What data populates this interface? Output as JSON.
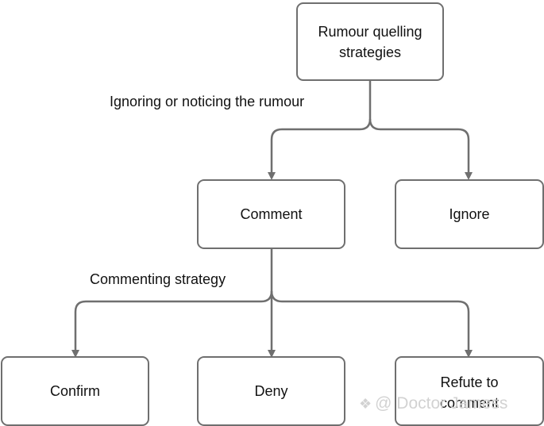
{
  "nodes": {
    "root": "Rumour quelling strategies",
    "comment": "Comment",
    "ignore": "Ignore",
    "confirm": "Confirm",
    "deny": "Deny",
    "refute": "Refute to comment"
  },
  "edge_labels": {
    "level1": "Ignoring or noticing the rumour",
    "level2": "Commenting strategy"
  },
  "watermark": {
    "text": "@ Doctor Jamess"
  }
}
